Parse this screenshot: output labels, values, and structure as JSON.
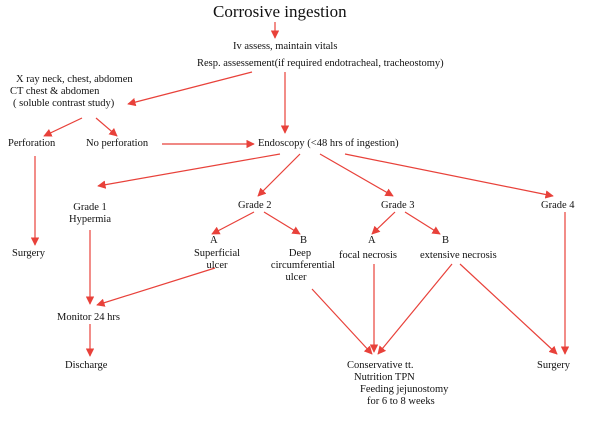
{
  "flowchart": {
    "title": "Corrosive ingestion",
    "iv_assess": "Iv assess, maintain vitals",
    "resp_assess": "Resp. assessement(if required endotracheal, tracheostomy)",
    "imaging": [
      "X ray neck, chest, abdomen",
      "CT chest & abdomen",
      "( soluble contrast study)"
    ],
    "perforation": "Perforation",
    "no_perforation": "No perforation",
    "endoscopy": "Endoscopy (<48 hrs of ingestion)",
    "surgery_left": "Surgery",
    "grade1": [
      "Grade 1",
      "Hypermia"
    ],
    "grade2": "Grade 2",
    "grade3": "Grade 3",
    "grade4": "Grade 4",
    "g2a_letter": "A",
    "g2a": [
      "Superficial",
      "ulcer"
    ],
    "g2b_letter": "B",
    "g2b": [
      "Deep",
      "circumferential",
      "ulcer"
    ],
    "g3a_letter": "A",
    "g3a": "focal necrosis",
    "g3b_letter": "B",
    "g3b": "extensive necrosis",
    "monitor": "Monitor 24 hrs",
    "discharge": "Discharge",
    "conservative": [
      "Conservative tt.",
      "Nutrition TPN",
      "Feeding jejunostomy",
      "for 6 to 8 weeks"
    ],
    "surgery_right": "Surgery",
    "arrow_color": "#e8413a"
  }
}
